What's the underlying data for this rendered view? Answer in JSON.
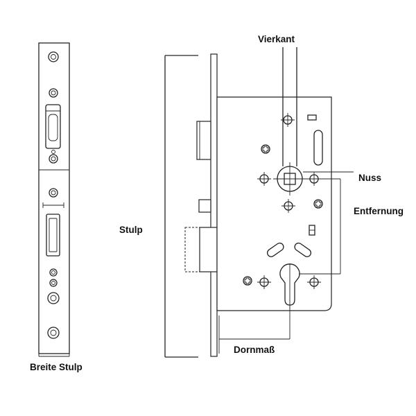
{
  "labels": {
    "vierkant": "Vierkant",
    "nuss": "Nuss",
    "entfernung": "Entfernung",
    "stulp": "Stulp",
    "dornmass": "Dornmaß",
    "breite_stulp": "Breite Stulp"
  },
  "colors": {
    "line": "#222222",
    "text": "#111111",
    "background": "#ffffff"
  }
}
